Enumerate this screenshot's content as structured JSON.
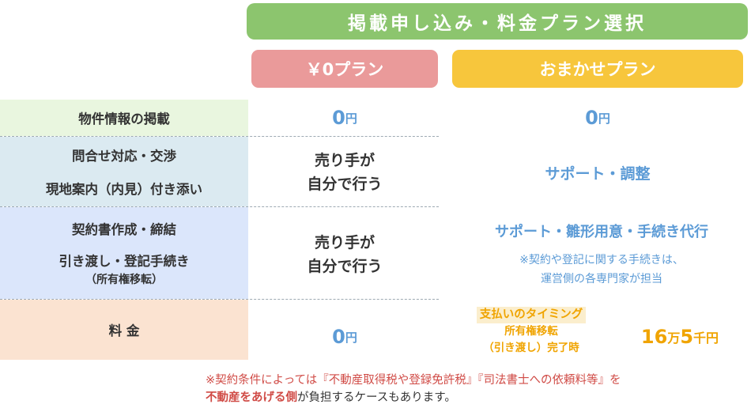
{
  "header": {
    "title": "掲載申し込み・料金プラン選択",
    "plan_zero": "￥0プラン",
    "plan_omakase": "おまかせプラン"
  },
  "rows": {
    "listing": {
      "label": "物件情報の掲載"
    },
    "inquiry": {
      "label_1": "問合せ対応・交渉",
      "label_2": "現地案内（内見）付き添い"
    },
    "contract": {
      "label_1": "契約書作成・締結",
      "label_2": "引き渡し・登記手続き",
      "label_3": "（所有権移転）"
    },
    "fee": {
      "label": "料 金"
    }
  },
  "plan_zero": {
    "listing_num": "0",
    "listing_unit": "円",
    "inquiry_1": "売り手が",
    "inquiry_2": "自分で行う",
    "contract_1": "売り手が",
    "contract_2": "自分で行う",
    "fee_num": "0",
    "fee_unit": "円"
  },
  "plan_omakase": {
    "listing_num": "0",
    "listing_unit": "円",
    "inquiry": "サポート・調整",
    "contract_main": "サポート・雛形用意・手続き代行",
    "contract_note_1": "※契約や登記に関する手続きは、",
    "contract_note_2": "運営側の各専門家が担当",
    "fee_timing_title": "支払いのタイミング",
    "fee_timing_1": "所有権移転",
    "fee_timing_2": "（引き渡し）完了時",
    "fee_amount_a": "16",
    "fee_amount_b": "万",
    "fee_amount_c": "5",
    "fee_amount_d": "千円"
  },
  "footnote": {
    "line1": "※契約条件によっては『不動産取得税や登録免許税』『司法書士への依頼料等』を",
    "line2_bold": "不動産をあげる側",
    "line2_rest": "が負担するケースもあります。"
  },
  "colors": {
    "title_bg": "#8cc56e",
    "zero_header_bg": "#ea9a9a",
    "omakase_header_bg": "#f7c63c",
    "blue_text": "#5c9bd6",
    "orange_text": "#f0a400",
    "note_red": "#d04b46"
  }
}
